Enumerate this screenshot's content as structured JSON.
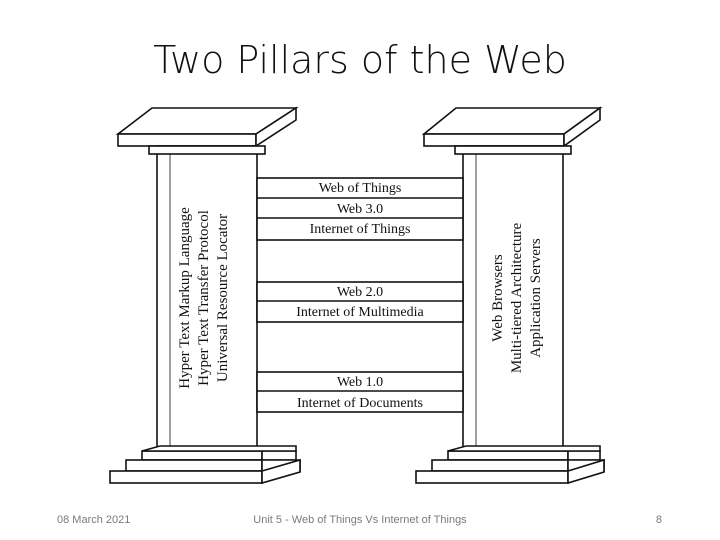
{
  "slide": {
    "title": "Two Pillars of the Web",
    "footer_date": "08 March 2021",
    "footer_center": "Unit 5 - Web of Things Vs Internet of Things",
    "page_number": "8"
  },
  "left_pillar": {
    "lines": [
      "Hyper Text Markup Language",
      "Hyper Text Transfer Protocol",
      "Universal Resource Locator"
    ]
  },
  "right_pillar": {
    "lines": [
      "Web Browsers",
      "Multi-tiered Architecture",
      "Application Servers"
    ]
  },
  "levels": {
    "web3_top": "Web of Things",
    "web3_mid": "Web 3.0",
    "web3_bottom": "Internet of Things",
    "web2_top": "Web 2.0",
    "web2_bottom": "Internet of Multimedia",
    "web1_top": "Web 1.0",
    "web1_bottom": "Internet of Documents"
  },
  "colors": {
    "line": "#111111",
    "fill": "#ffffff",
    "title": "#111111",
    "footer": "#7a7a7a"
  }
}
